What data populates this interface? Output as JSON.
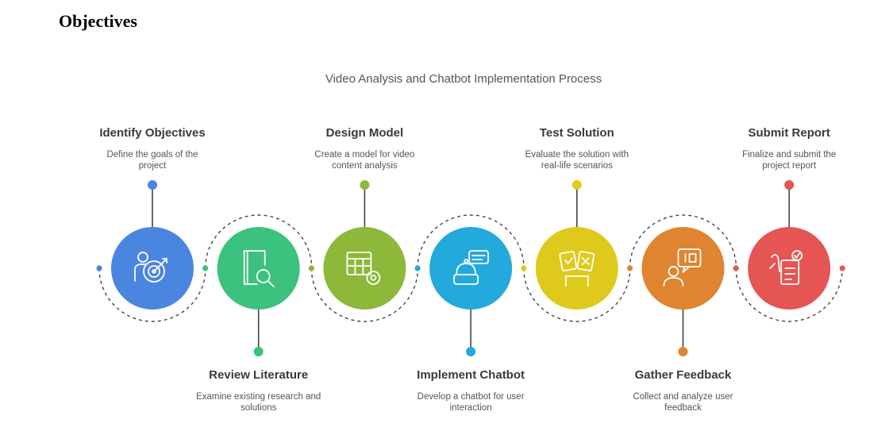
{
  "page": {
    "heading": "Objectives"
  },
  "diagram": {
    "title": "Video Analysis and Chatbot Implementation Process",
    "steps": [
      {
        "title": "Identify Objectives",
        "description": [
          "Define the goals of the",
          "project"
        ],
        "color": "#4a86e0",
        "icon": "target-person-icon",
        "position": "top"
      },
      {
        "title": "Review Literature",
        "description": [
          "Examine existing research and",
          "solutions"
        ],
        "color": "#3cc17e",
        "icon": "book-search-icon",
        "position": "bottom"
      },
      {
        "title": "Design Model",
        "description": [
          "Create a model for video",
          "content analysis"
        ],
        "color": "#8db83a",
        "icon": "table-gear-icon",
        "position": "top"
      },
      {
        "title": "Implement Chatbot",
        "description": [
          "Develop a chatbot for user",
          "interaction"
        ],
        "color": "#23a9dc",
        "icon": "robot-chat-icon",
        "position": "bottom"
      },
      {
        "title": "Test Solution",
        "description": [
          "Evaluate the solution with",
          "real-life scenarios"
        ],
        "color": "#dfca1b",
        "icon": "checklist-cards-icon",
        "position": "top"
      },
      {
        "title": "Gather Feedback",
        "description": [
          "Collect and analyze user",
          "feedback"
        ],
        "color": "#df8430",
        "icon": "person-feedback-icon",
        "position": "bottom"
      },
      {
        "title": "Submit Report",
        "description": [
          "Finalize and submit the",
          "project report"
        ],
        "color": "#e45553",
        "icon": "hand-report-icon",
        "position": "top"
      }
    ]
  }
}
